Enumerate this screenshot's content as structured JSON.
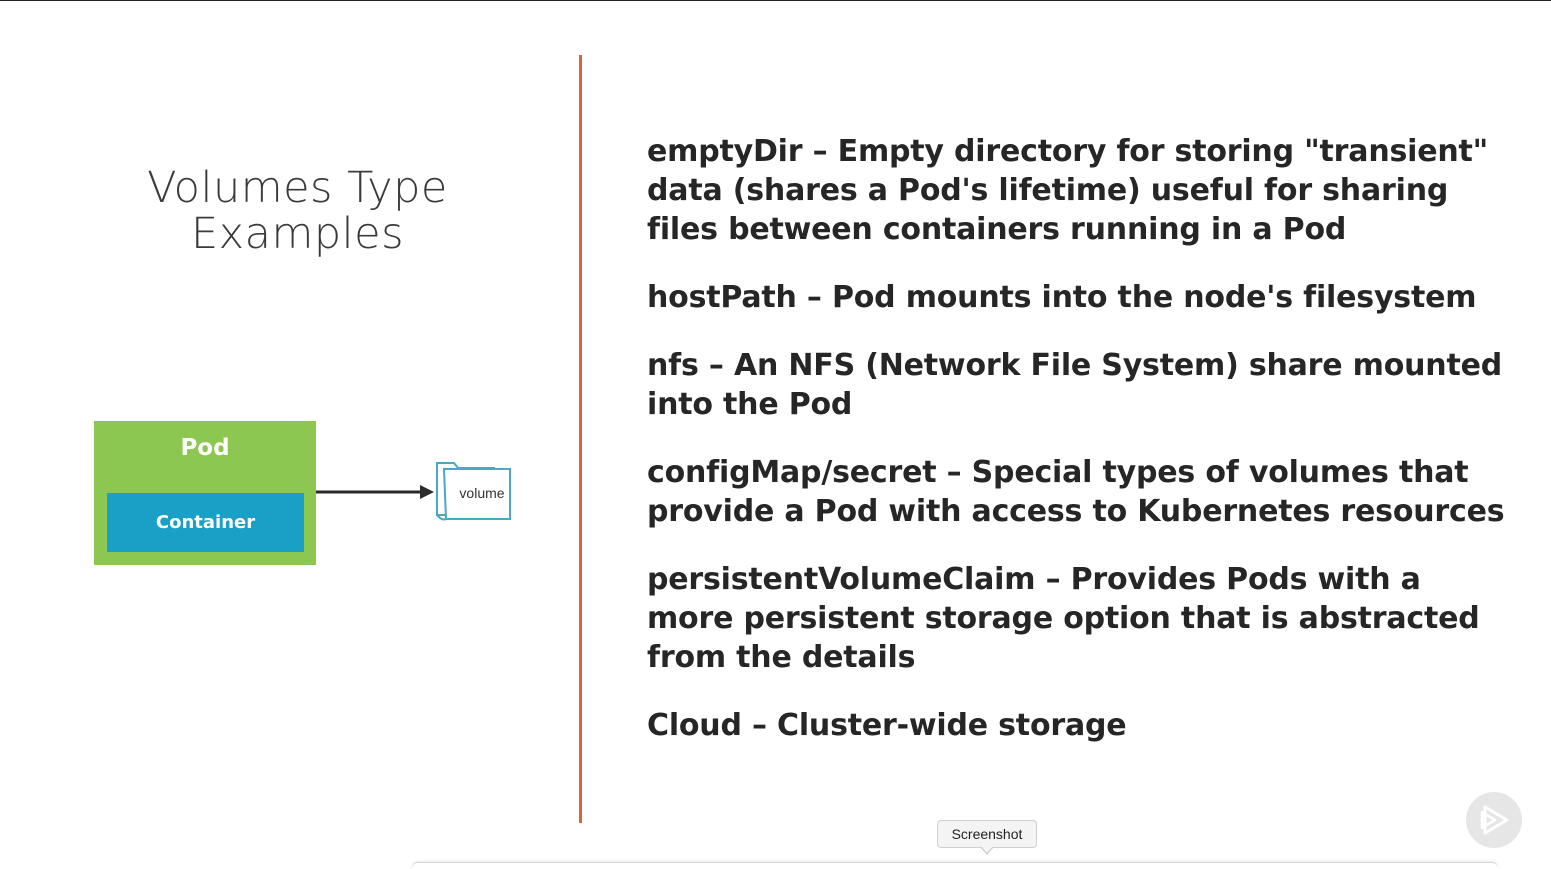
{
  "slide": {
    "title_line1": "Volumes Type",
    "title_line2": "Examples",
    "accent_color": "#e0603c"
  },
  "diagram": {
    "pod_label": "Pod",
    "container_label": "Container",
    "volume_label": "volume",
    "pod_color": "#8cc751",
    "container_color": "#1aa0c6"
  },
  "items": [
    {
      "text": "emptyDir – Empty directory for storing \"transient\" data (shares a Pod's lifetime) useful for sharing files between containers running in a Pod"
    },
    {
      "text": "hostPath – Pod mounts into the node's filesystem"
    },
    {
      "text": "nfs – An NFS (Network File System) share mounted into the Pod"
    },
    {
      "text": "configMap/secret – Special types of volumes that provide a Pod with access to Kubernetes resources"
    },
    {
      "text": "persistentVolumeClaim – Provides Pods with a more persistent storage option that is abstracted from the details"
    },
    {
      "text": "Cloud – Cluster-wide storage"
    }
  ],
  "overlay": {
    "tooltip": "Screenshot",
    "logo_icon": "play-logo-icon"
  }
}
